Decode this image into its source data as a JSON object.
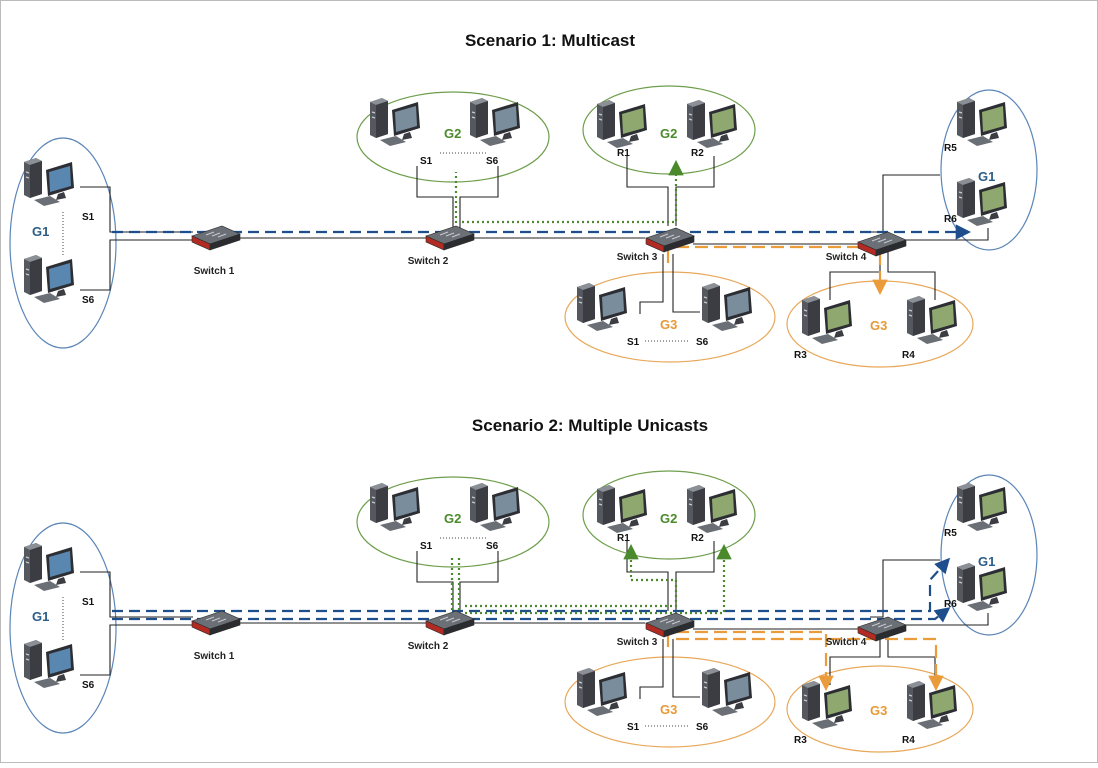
{
  "colors": {
    "g1": "#1f4e8c",
    "g1_ellipse": "#5b86b8",
    "g2": "#4a8a2c",
    "g2_ellipse": "#6e9e4c",
    "g3": "#ea9c3a",
    "g3_ellipse": "#e8a85a",
    "wire": "#222222"
  },
  "scenarios": [
    {
      "title": "Scenario 1: Multicast",
      "switches": [
        "Switch 1",
        "Switch 2",
        "Switch 3",
        "Switch 4"
      ],
      "groups": {
        "g1_sender": {
          "label": "G1",
          "nodes": [
            "S1",
            "S6"
          ]
        },
        "g2_sender": {
          "label": "G2",
          "nodes": [
            "S1",
            "S6"
          ]
        },
        "g2_receiver": {
          "label": "G2",
          "nodes": [
            "R1",
            "R2"
          ]
        },
        "g3_sender": {
          "label": "G3",
          "nodes": [
            "S1",
            "S6"
          ]
        },
        "g1_receiver": {
          "label": "G1",
          "nodes": [
            "R5",
            "R6"
          ]
        },
        "g3_receiver": {
          "label": "G3",
          "nodes": [
            "R3",
            "R4"
          ]
        }
      }
    },
    {
      "title": "Scenario 2: Multiple Unicasts",
      "switches": [
        "Switch 1",
        "Switch 2",
        "Switch 3",
        "Switch 4"
      ],
      "groups": {
        "g1_sender": {
          "label": "G1",
          "nodes": [
            "S1",
            "S6"
          ]
        },
        "g2_sender": {
          "label": "G2",
          "nodes": [
            "S1",
            "S6"
          ]
        },
        "g2_receiver": {
          "label": "G2",
          "nodes": [
            "R1",
            "R2"
          ]
        },
        "g3_sender": {
          "label": "G3",
          "nodes": [
            "S1",
            "S6"
          ]
        },
        "g1_receiver": {
          "label": "G1",
          "nodes": [
            "R5",
            "R6"
          ]
        },
        "g3_receiver": {
          "label": "G3",
          "nodes": [
            "R3",
            "R4"
          ]
        }
      }
    }
  ]
}
